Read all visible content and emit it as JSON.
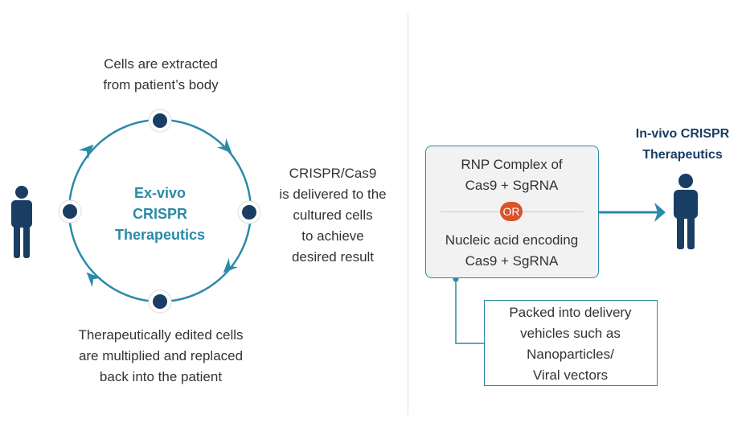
{
  "left": {
    "center_title": [
      "Ex-vivo",
      "CRISPR",
      "Therapeutics"
    ],
    "step_top": [
      "Cells are extracted",
      "from patient’s body"
    ],
    "step_right": [
      "CRISPR/Cas9",
      "is delivered to the",
      "cultured cells",
      "to achieve",
      "desired result"
    ],
    "step_bottom": [
      "Therapeutically edited cells",
      "are multiplied and replaced",
      "back into the patient"
    ]
  },
  "right": {
    "title": [
      "In-vivo CRISPR",
      "Therapeutics"
    ],
    "box_top": [
      "RNP Complex of",
      "Cas9 + SgRNA"
    ],
    "or_label": "OR",
    "box_bottom": [
      "Nucleic acid encoding",
      "Cas9 + SgRNA"
    ],
    "packed": [
      "Packed into delivery",
      "vehicles such as",
      "Nanoparticles/",
      "Viral vectors"
    ]
  },
  "colors": {
    "teal": "#2a8aa8",
    "navy": "#1a3d63",
    "or_badge": "#d9532b",
    "box_fill": "#f2f2f2"
  },
  "icons": [
    "person-icon",
    "cycle-arrow-icon",
    "arrow-right-icon"
  ]
}
